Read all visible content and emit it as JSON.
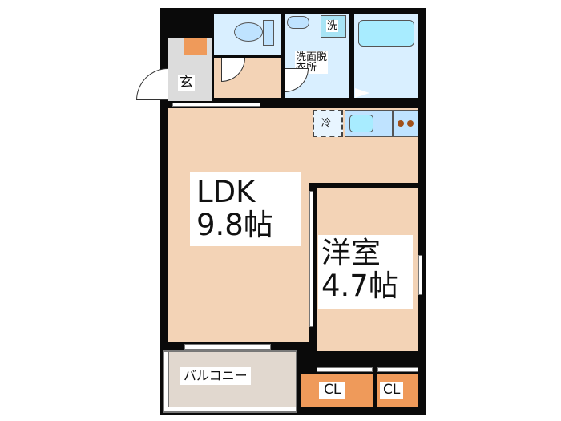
{
  "floorplan": {
    "rooms": {
      "ldk": {
        "name": "LDK",
        "size": "9.8帖"
      },
      "western": {
        "name": "洋室",
        "size": "4.7帖"
      },
      "entrance": {
        "name": "玄"
      },
      "washroom": {
        "line1": "洗面脱",
        "line2": "衣所"
      },
      "washer": {
        "name": "洗"
      },
      "fridge": {
        "name": "冷"
      },
      "balcony": {
        "name": "バルコニー"
      },
      "closet1": {
        "name": "CL"
      },
      "closet2": {
        "name": "CL"
      }
    },
    "colors": {
      "wall": "#0a0a0a",
      "room_floor": "#f3d3b6",
      "wet_area": "#d9efff",
      "closet": "#ef9a5a",
      "balcony": "#e1d8cf",
      "entrance": "#dcdcdc"
    }
  }
}
